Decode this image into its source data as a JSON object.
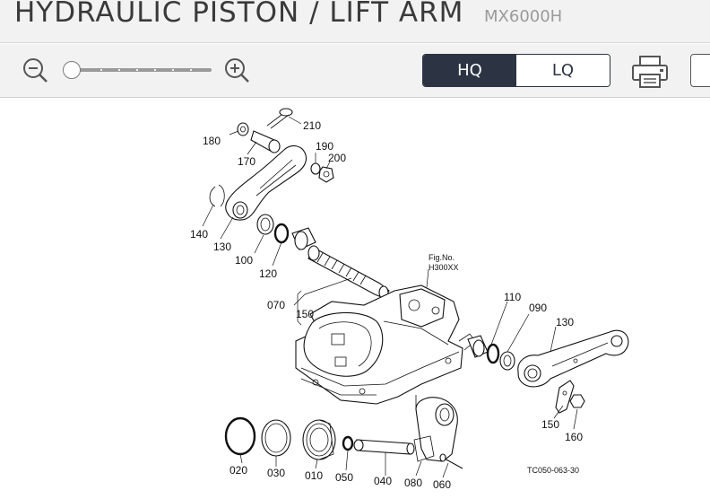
{
  "header": {
    "title": "HYDRAULIC PISTON / LIFT ARM",
    "model": "MX6000H"
  },
  "toolbar": {
    "zoom_out_icon": "zoom-out-icon",
    "zoom_in_icon": "zoom-in-icon",
    "zoom_level": 0,
    "quality": {
      "options": [
        "HQ",
        "LQ"
      ],
      "selected": "HQ"
    },
    "print_icon": "printer-icon"
  },
  "diagram": {
    "callouts": {
      "c210": "210",
      "c180": "180",
      "c190": "190",
      "c200": "200",
      "c170": "170",
      "c140": "140",
      "c130a": "130",
      "c100": "100",
      "c120": "120",
      "c070": "070",
      "c150a": "150",
      "c110": "110",
      "c090": "090",
      "c130b": "130",
      "c150b": "150",
      "c160": "160",
      "c020": "020",
      "c030": "030",
      "c010": "010",
      "c050": "050",
      "c040": "040",
      "c080": "080",
      "c060": "060"
    },
    "fig_label": "Fig.No.",
    "fig_number": "H300XX",
    "drawing_code": "TC050-063-30"
  }
}
